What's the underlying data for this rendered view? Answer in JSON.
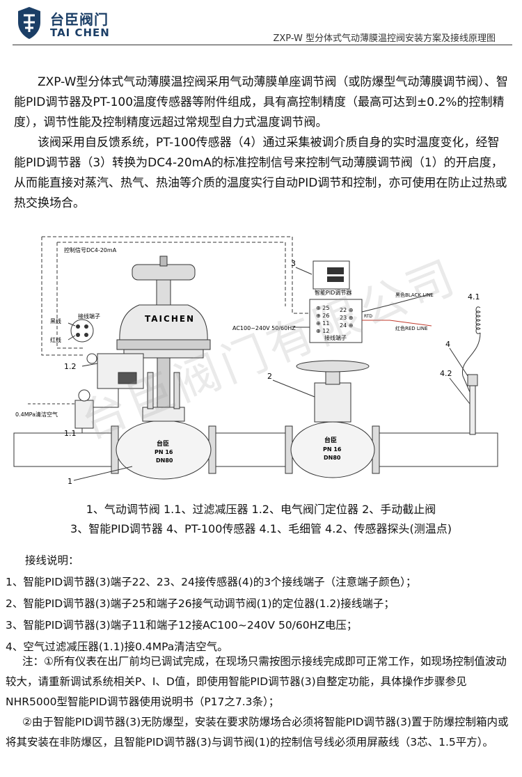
{
  "header": {
    "brand_cn": "台臣阀门",
    "brand_en": "TAI CHEN",
    "doc_title": "ZXP-W 型分体式气动薄膜温控阀安装方案及接线原理图"
  },
  "intro": {
    "p1": "ZXP-W型分体式气动薄膜温控阀采用气动薄膜单座调节阀（或防爆型气动薄膜调节阀）、智能PID调节器及PT-100温度传感器等附件组成，具有高控制精度（最高可达到±0.2%的控制精度），调节性能及控制精度远超过常规型自力式温度调节阀。",
    "p2": "该阀采用自反馈系统，PT-100传感器（4）通过采集被调介质自身的实时温度变化，经智能PID调节器（3）转换为DC4-20mA的标准控制信号来控制气动薄膜调节阀（1）的开启度，从而能直接对蒸汽、热气、热油等介质的温度实行自动PID调节和控制，亦可使用在防止过热或热交换场合。"
  },
  "watermark": "台臣阀门有限公司",
  "diagram": {
    "signal_label": "控制信号DC4-20mA",
    "actuator_brand": "TAICHEN",
    "terminal_label": "接线端子",
    "black_wire": "黑线",
    "red_wire": "红线",
    "air_label": "0.4MPa清洁空气",
    "power_label": "AC100~240V 50/60HZ",
    "pid_label": "智能PID调节器",
    "terminal_block_label": "接线端子",
    "rtd_label": "RTD",
    "black_line": "黑色BLACK LINE",
    "red_line": "红色RED LINE",
    "terminals_left": [
      "25",
      "26",
      "11",
      "12"
    ],
    "terminals_right": [
      "22",
      "23",
      "24"
    ],
    "valve1_brand": "台臣",
    "valve1_pn": "PN 16",
    "valve1_dn": "DN80",
    "valve2_brand": "台臣",
    "valve2_pn": "PN 16",
    "valve2_dn": "DN80",
    "callouts": {
      "c3": "3",
      "c2": "2",
      "c12": "1.2",
      "c11": "1.1",
      "c1": "1",
      "c41": "4.1",
      "c4": "4",
      "c42": "4.2"
    }
  },
  "legend": {
    "line1": "1、气动调节阀  1.1、过滤减压器  1.2、电气阀门定位器  2、手动截止阀",
    "line2": "3、智能PID调节器  4、PT-100传感器  4.1、毛细管 4.2、传感器探头(测温点)"
  },
  "wiring": {
    "title": "接线说明：",
    "items": [
      "1、智能PID调节器(3)端子22、23、24接传感器(4)的3个接线端子（注意端子颜色）；",
      "2、智能PID调节器(3)端子25和端子26接气动调节阀(1)的定位器(1.2)接线端子；",
      "3、智能PID调节器(3)端子11和端子12接AC100~240V 50/60HZ电压；",
      "4、空气过滤减压器(1.1)接0.4MPa清洁空气。"
    ]
  },
  "notes": {
    "n1": "注：①所有仪表在出厂前均已调试完成，在现场只需按图示接线完成即可正常工作，如现场控制值波动较大，请重新调试系统相关P、I、D值，即使用智能PID调节器(3)自整定功能，具体操作步骤参见NHR5000型智能PID调节器使用说明书（P17之7.3条）；",
    "n2": "②由于智能PID调节器(3)无防爆型，安装在要求防爆场合必须将智能PID调节器(3)置于防爆控制箱内或将其安装在非防爆区，且智能PID调节器(3)与调节阀(1)的控制信号线必须用屏蔽线（3芯、1.5平方）。"
  },
  "colors": {
    "brand": "#1b3e66",
    "red_wire": "#c0392b"
  }
}
